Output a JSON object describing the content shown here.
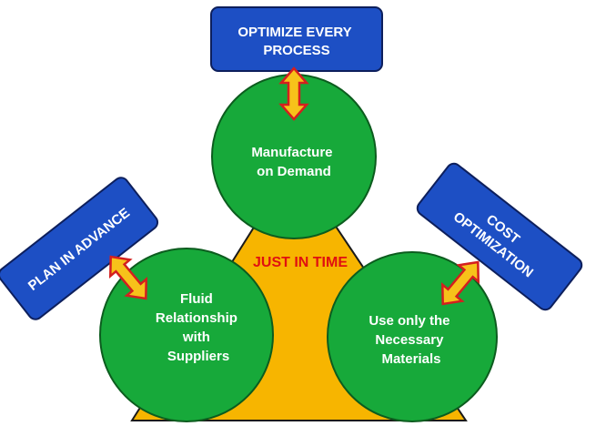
{
  "colors": {
    "box_fill": "#1d4fc4",
    "box_stroke": "#0d1f5c",
    "circle_fill": "#17a93a",
    "circle_stroke": "#0c5c1e",
    "triangle_fill": "#f7b500",
    "triangle_stroke": "#1a1a1a",
    "arrow_fill": "#f7c21a",
    "arrow_stroke": "#d41f1f",
    "center_text": "#e01010"
  },
  "center": {
    "label": "JUST IN TIME"
  },
  "boxes": {
    "top": {
      "lines": [
        "OPTIMIZE EVERY",
        "PROCESS"
      ]
    },
    "left": {
      "lines": [
        "PLAN IN ADVANCE"
      ]
    },
    "right": {
      "lines": [
        "COST",
        "OPTIMIZATION"
      ]
    }
  },
  "circles": {
    "top": {
      "lines": [
        "Manufacture",
        "on Demand"
      ]
    },
    "left": {
      "lines": [
        "Fluid",
        "Relationship",
        "with",
        "Suppliers"
      ]
    },
    "right": {
      "lines": [
        "Use only the",
        "Necessary",
        "Materials"
      ]
    }
  }
}
